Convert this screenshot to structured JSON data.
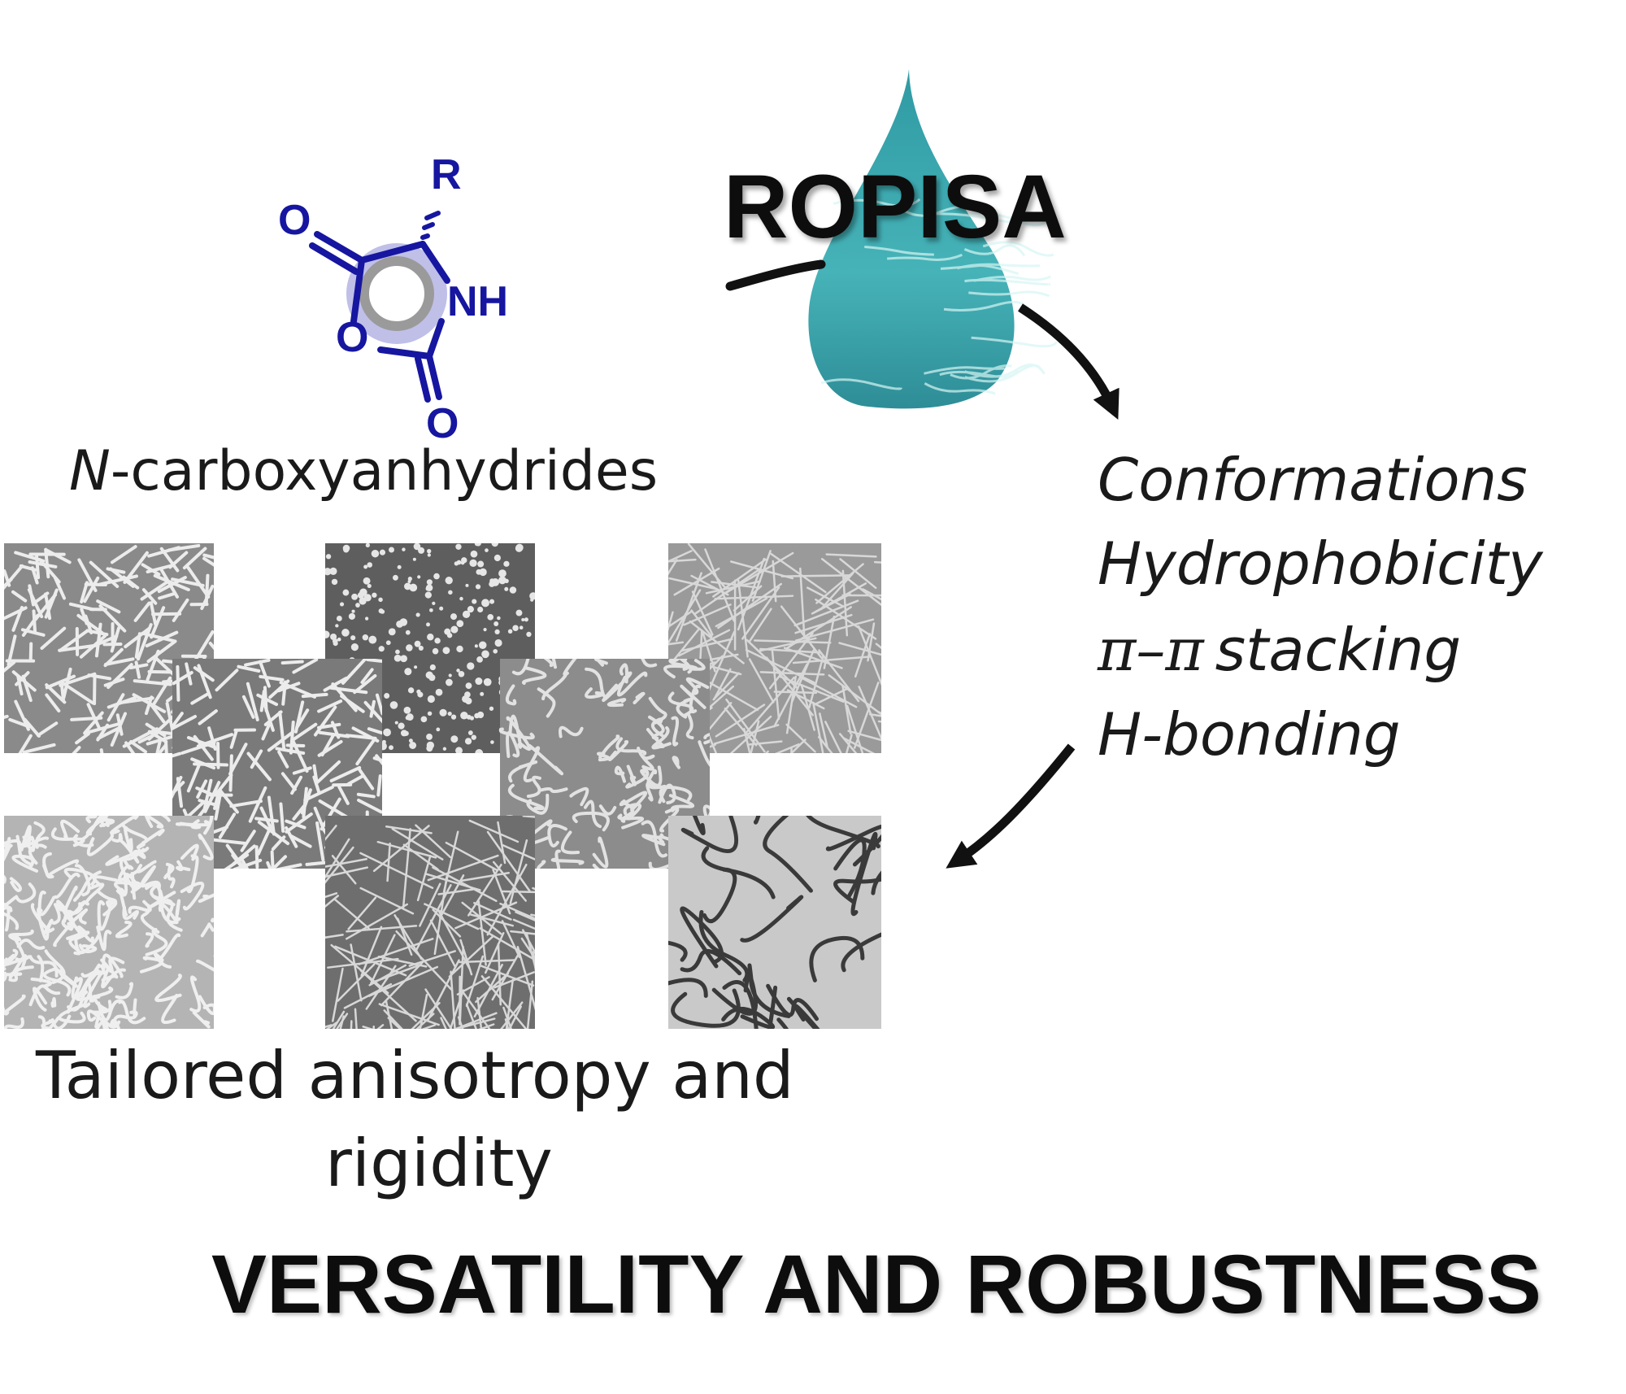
{
  "molecule": {
    "r_label": "R",
    "o_top_label": "O",
    "o_ring_label": "O",
    "o_bottom_label": "O",
    "nh_label": "NH",
    "name_prefix": "N",
    "name_suffix": "-carboxyanhydrides"
  },
  "drop_title": "ROPISA",
  "factors": [
    "Conformations",
    "Hydrophobicity",
    "stacking",
    "H-bonding"
  ],
  "pi_symbol": "π–π",
  "caption_line1": "Tailored anisotropy and",
  "caption_line2": "rigidity",
  "headline": "VERSATILITY AND ROBUSTNESS",
  "colors": {
    "chem_blue": "#1616a0",
    "ring_fill": "#a9a9e0",
    "drop_teal": "#3aa6ad",
    "text": "#1a1a1a"
  },
  "micrographs": [
    {
      "pattern": "short-rods"
    },
    {
      "pattern": "dots"
    },
    {
      "pattern": "dense-fibres"
    },
    {
      "pattern": "rods"
    },
    {
      "pattern": "worms"
    },
    {
      "pattern": "wormlike"
    },
    {
      "pattern": "fibres"
    },
    {
      "pattern": "long-worms"
    }
  ]
}
